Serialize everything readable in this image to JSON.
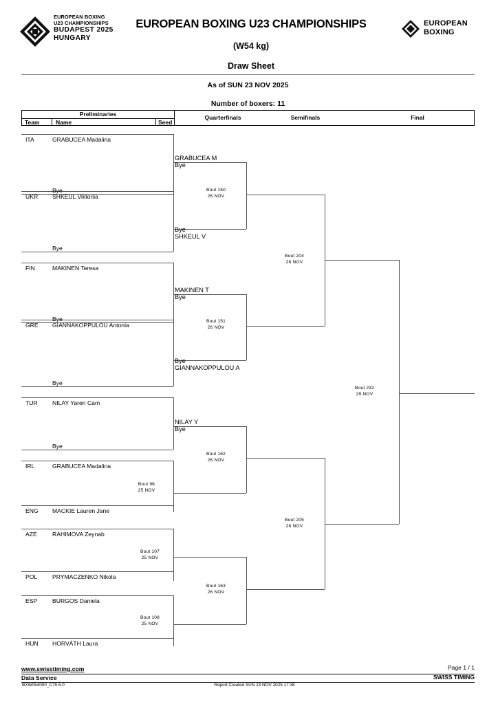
{
  "header": {
    "title": "EUROPEAN BOXING U23 CHAMPIONSHIPS",
    "weight": "(W54 kg)",
    "doc_type": "Draw Sheet",
    "as_of": "As of SUN 23 NOV 2025",
    "boxers_count": "Number of boxers: 11",
    "logo_left": {
      "line1": "EUROPEAN BOXING",
      "line2": "U23 CHAMPIONSHIPS",
      "line3": "BUDAPEST 2025",
      "line4": "HUNGARY"
    },
    "logo_right": {
      "line1": "EUROPEAN",
      "line2": "BOXING"
    }
  },
  "columns": {
    "preliminaries": "Preliminaries",
    "team": "Team",
    "name": "Name",
    "seed": "Seed",
    "quarterfinals": "Quarterfinals",
    "semifinals": "Semifinals",
    "final": "Final"
  },
  "preliminaries": [
    {
      "team": "ITA",
      "name": "GRABUCEA Madalina",
      "seed": "",
      "opponent": "Bye"
    },
    {
      "team": "UKR",
      "name": "SHKEUL Viktoriia",
      "seed": "",
      "opponent": "Bye"
    },
    {
      "team": "FIN",
      "name": "MAKINEN Teresa",
      "seed": "",
      "opponent": "Bye"
    },
    {
      "team": "GRE",
      "name": "GIANNAKOPPULOU Antonia",
      "seed": "",
      "opponent": "Bye"
    },
    {
      "team": "TUR",
      "name": "NILAY Yaren Cam",
      "seed": "",
      "opponent": "Bye"
    },
    {
      "team": "IRL",
      "name": "GRABUCEA Madalina",
      "seed": "",
      "opponent": ""
    },
    {
      "team": "ENG",
      "name": "MACKIE Lauren Jane",
      "seed": "",
      "opponent": ""
    },
    {
      "team": "AZE",
      "name": "RAHIMOVA Zeynab",
      "seed": "",
      "opponent": ""
    },
    {
      "team": "POL",
      "name": "PRYMACZENKO Nikola",
      "seed": "",
      "opponent": ""
    },
    {
      "team": "ESP",
      "name": "BURGOS Daniela",
      "seed": "",
      "opponent": ""
    },
    {
      "team": "HUN",
      "name": "HORVÁTH Laura",
      "seed": "",
      "opponent": ""
    }
  ],
  "prelim_bouts": [
    {
      "label": "Bout  96",
      "date": "25 NOV"
    },
    {
      "label": "Bout  107",
      "date": "25 NOV"
    },
    {
      "label": "Bout  108",
      "date": "25 NOV"
    }
  ],
  "quarterfinals": [
    {
      "top": "GRABUCEA M",
      "top_sub": "Bye",
      "bottom": "Bye",
      "bottom_sub": "SHKEUL V",
      "bout": "Bout  150",
      "date": "26 NOV"
    },
    {
      "top": "MAKINEN T",
      "top_sub": "Bye",
      "bottom": "Bye",
      "bottom_sub": "GIANNAKOPPULOU A",
      "bout": "Bout  151",
      "date": "26 NOV"
    },
    {
      "top": "NILAY Y",
      "top_sub": "Bye",
      "bottom": "",
      "bottom_sub": "",
      "bout": "Bout  162",
      "date": "26 NOV"
    },
    {
      "top": "",
      "top_sub": "",
      "bottom": "",
      "bottom_sub": "",
      "bout": "Bout  163",
      "date": "26 NOV"
    }
  ],
  "semifinals": [
    {
      "bout": "Bout  204",
      "date": "28 NOV"
    },
    {
      "bout": "Bout  205",
      "date": "28 NOV"
    }
  ],
  "final": {
    "bout": "Bout  232",
    "date": "29 NOV"
  },
  "footer": {
    "website": "www.swisstiming.com",
    "data_service": "Data Service",
    "page": "Page 1 / 1",
    "brand": "SWISS TIMING",
    "code": "BXW054000_C75 6.0",
    "report_created": "Report Created  SUN 23 NOV 2025 17:38"
  }
}
